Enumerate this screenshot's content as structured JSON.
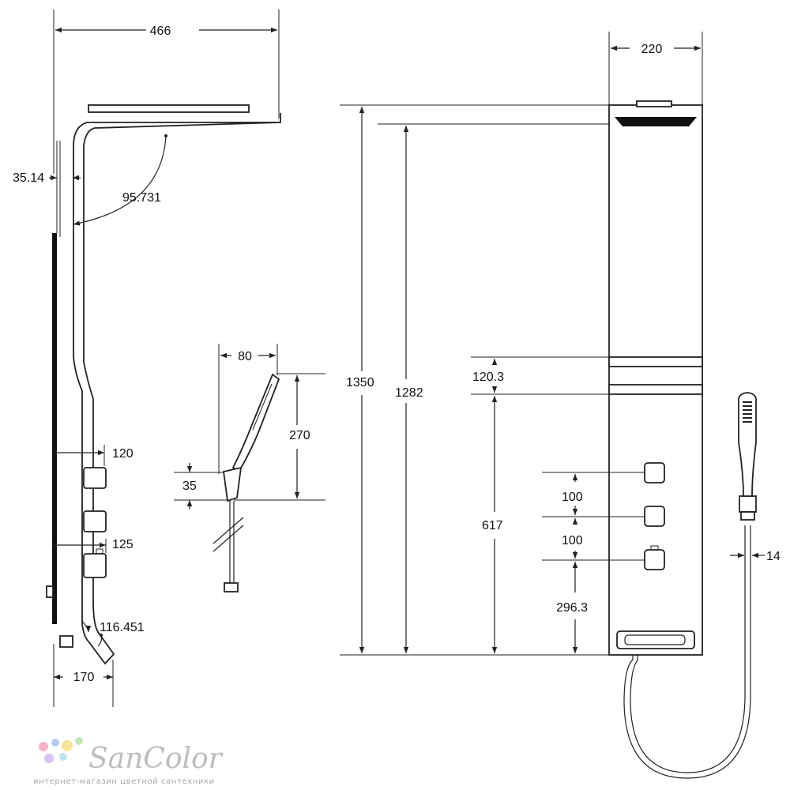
{
  "side_view": {
    "width": "466",
    "wall_offset": "35.14",
    "bend_angle": "95.731",
    "valve_depth": "120",
    "mixer_depth": "125",
    "bottom_angle": "116.451",
    "bottom_depth": "170"
  },
  "hand_shower": {
    "head_width": "80",
    "head_length": "270",
    "holder_height": "35"
  },
  "front_view": {
    "width": "220",
    "total_height": "1350",
    "head_height": "1282",
    "stripe_height": "120.3",
    "valve_zone_height": "617",
    "valve_spacing_1": "100",
    "valve_spacing_2": "100",
    "bottom_valve_height": "296.3",
    "hose_clip": "14"
  },
  "brand": {
    "name": "SanColor",
    "tagline": "интернет-магазин цветной сантехники",
    "dot_colors": [
      "#f6b3c8",
      "#b8c9f0",
      "#f7e29a",
      "#c4e7b9",
      "#d9c2f0",
      "#bfe4f2"
    ]
  }
}
